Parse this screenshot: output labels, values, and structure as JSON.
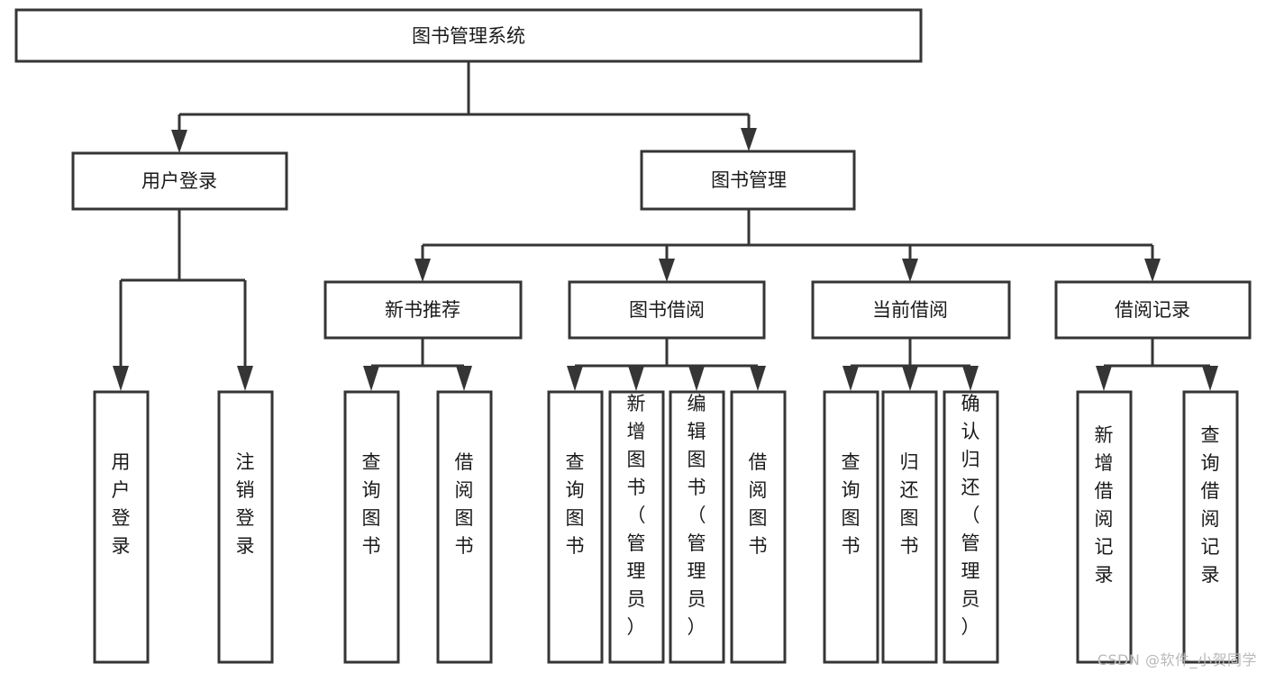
{
  "diagram": {
    "type": "tree-hierarchy-chart",
    "title": "图书管理系统",
    "watermark": "CSDN @软件_小贺同学",
    "colors": {
      "stroke": "#353535",
      "fill": "#ffffff",
      "text": "#1a1a1a",
      "watermark": "#b9b9b9"
    },
    "levels": {
      "root": {
        "label": "图书管理系统"
      },
      "level1": [
        {
          "label": "用户登录"
        },
        {
          "label": "图书管理"
        }
      ],
      "level2": [
        {
          "label": "新书推荐"
        },
        {
          "label": "图书借阅"
        },
        {
          "label": "当前借阅"
        },
        {
          "label": "借阅记录"
        }
      ],
      "leaves": {
        "user_login": [
          {
            "label": "用户登录"
          },
          {
            "label": "注销登录"
          }
        ],
        "new_book_recommend": [
          {
            "label": "查询图书"
          },
          {
            "label": "借阅图书"
          }
        ],
        "book_borrow": [
          {
            "label": "查询图书"
          },
          {
            "label": "新增图书（管理员）"
          },
          {
            "label": "编辑图书（管理员）"
          },
          {
            "label": "借阅图书"
          }
        ],
        "current_borrow": [
          {
            "label": "查询图书"
          },
          {
            "label": "归还图书"
          },
          {
            "label": "确认归还（管理员）"
          }
        ],
        "borrow_record": [
          {
            "label": "新增借阅记录"
          },
          {
            "label": "查询借阅记录"
          }
        ]
      }
    }
  }
}
